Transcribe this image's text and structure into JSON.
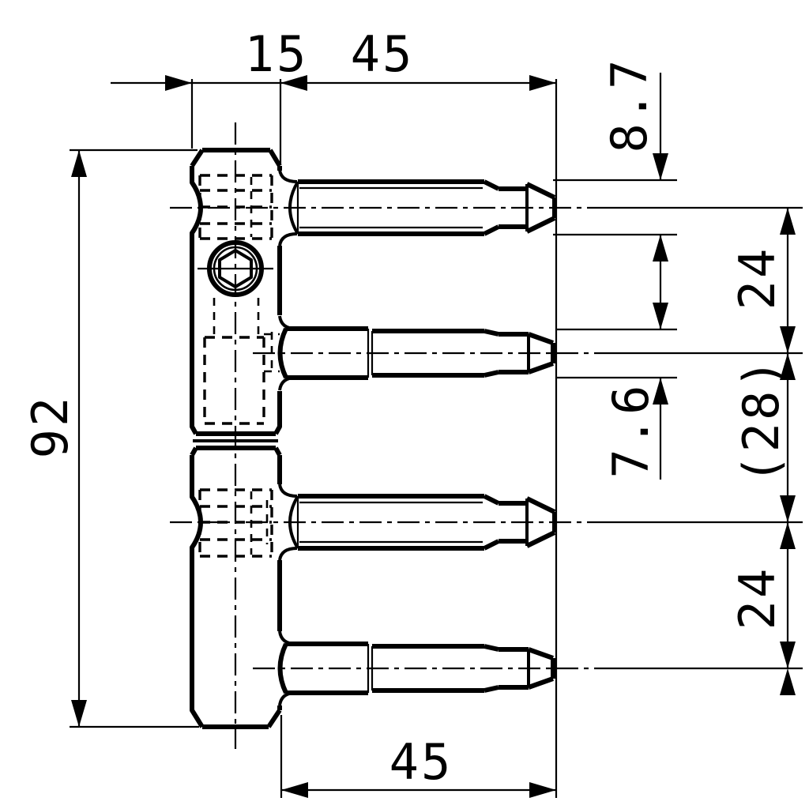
{
  "drawing": {
    "labels": {
      "body_width": "15",
      "pin_length_top": "45",
      "pin1_diameter": "8.7",
      "spacing_top": "24",
      "spacing_middle": "(28)",
      "pin2_diameter": "7.6",
      "spacing_bottom": "24",
      "body_length": "92",
      "pin_length_bottom": "45"
    },
    "colors": {
      "line": "#000000",
      "background": "#ffffff"
    }
  }
}
